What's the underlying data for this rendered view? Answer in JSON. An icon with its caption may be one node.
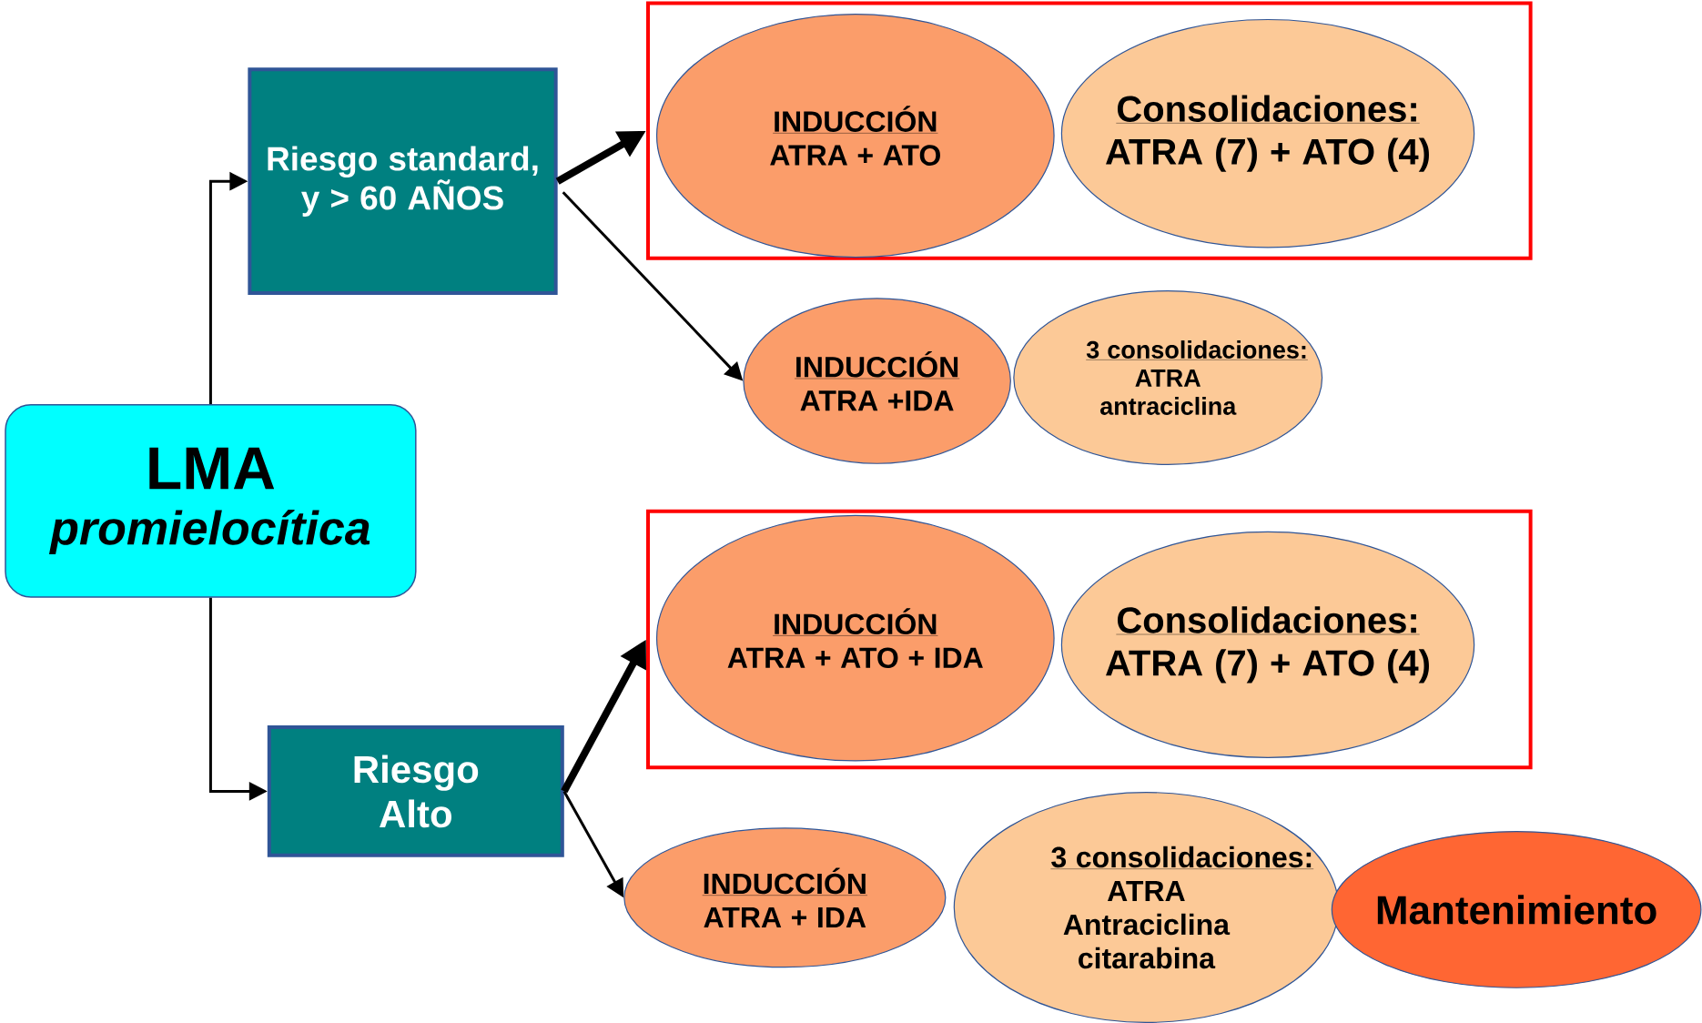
{
  "diagram": {
    "nodes": [
      {
        "text": [
          "LMA",
          "promielocítica"
        ]
      },
      {
        "text": [
          "Riesgo standard, y > 60 AÑOS"
        ]
      },
      {
        "text": [],
        "shape": "box"
      },
      {
        "text": [
          "INDUCCIÓN",
          "ATRA + ATO"
        ],
        "in": 2
      },
      {
        "text": [
          "Consolidaciones:",
          "ATRA (7) + ATO (4)"
        ],
        "in": 2
      },
      {
        "text": [
          "INDUCCIÓN",
          "ATRA +IDA"
        ]
      },
      {
        "text": [
          "3 consolidaciones:",
          "ATRA antraciclina"
        ]
      },
      {
        "text": [
          "Riesgo Alto"
        ]
      },
      {
        "text": [],
        "shape": "box"
      },
      {
        "text": [
          "INDUCCIÓN",
          "ATRA + ATO + IDA"
        ],
        "in": 8
      },
      {
        "text": [
          "Consolidaciones:",
          "ATRA (7) + ATO (4)"
        ],
        "in": 8
      },
      {
        "text": [
          "INDUCCIÓN",
          "ATRA + IDA"
        ]
      },
      {
        "text": [
          "3 consolidaciones:",
          "ATRA Antraciclina citarabina"
        ]
      },
      {
        "text": [
          "Mantenimiento"
        ]
      }
    ],
    "edges": [
      {
        "from": 0,
        "to": 1,
        "arrow": "to"
      },
      {
        "from": 0,
        "to": 7,
        "arrow": "to"
      },
      {
        "from": 1,
        "to": 2,
        "arrow": "to",
        "style": "thick"
      },
      {
        "from": 1,
        "to": 5,
        "arrow": "to"
      },
      {
        "from": 7,
        "to": 8,
        "arrow": "to",
        "style": "thick"
      },
      {
        "from": 7,
        "to": 11,
        "arrow": "to"
      }
    ]
  }
}
